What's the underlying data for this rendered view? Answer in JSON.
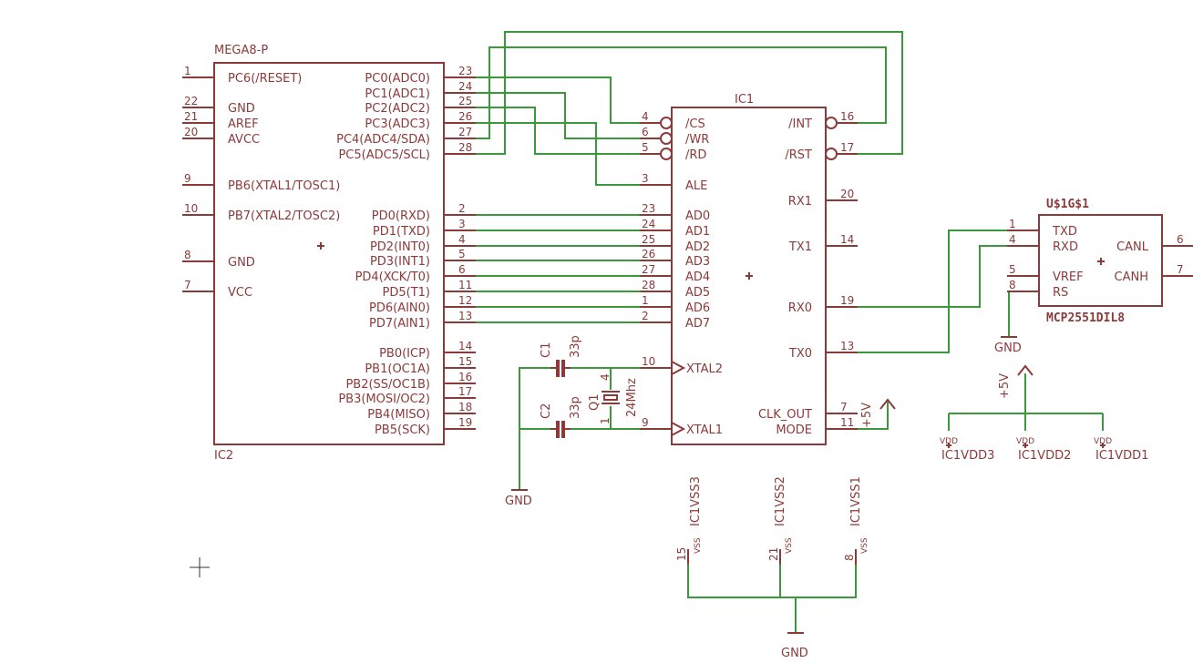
{
  "colors": {
    "part": "#8b3a3a",
    "wire": "#3a9a3a",
    "background": "#ffffff"
  },
  "ic2": {
    "top_label": "MEGA8-P",
    "name": "IC2",
    "left_pins": [
      {
        "num": "1",
        "name": "PC6(/RESET)"
      },
      {
        "num": "22",
        "name": "GND"
      },
      {
        "num": "21",
        "name": "AREF"
      },
      {
        "num": "20",
        "name": "AVCC"
      },
      {
        "num": "9",
        "name": "PB6(XTAL1/TOSC1)"
      },
      {
        "num": "10",
        "name": "PB7(XTAL2/TOSC2)"
      },
      {
        "num": "8",
        "name": "GND"
      },
      {
        "num": "7",
        "name": "VCC"
      }
    ],
    "right_pins": [
      {
        "num": "23",
        "name": "PC0(ADC0)"
      },
      {
        "num": "24",
        "name": "PC1(ADC1)"
      },
      {
        "num": "25",
        "name": "PC2(ADC2)"
      },
      {
        "num": "26",
        "name": "PC3(ADC3)"
      },
      {
        "num": "27",
        "name": "PC4(ADC4/SDA)"
      },
      {
        "num": "28",
        "name": "PC5(ADC5/SCL)"
      },
      {
        "num": "2",
        "name": "PD0(RXD)"
      },
      {
        "num": "3",
        "name": "PD1(TXD)"
      },
      {
        "num": "4",
        "name": "PD2(INT0)"
      },
      {
        "num": "5",
        "name": "PD3(INT1)"
      },
      {
        "num": "6",
        "name": "PD4(XCK/T0)"
      },
      {
        "num": "11",
        "name": "PD5(T1)"
      },
      {
        "num": "12",
        "name": "PD6(AIN0)"
      },
      {
        "num": "13",
        "name": "PD7(AIN1)"
      },
      {
        "num": "14",
        "name": "PB0(ICP)"
      },
      {
        "num": "15",
        "name": "PB1(OC1A)"
      },
      {
        "num": "16",
        "name": "PB2(SS/OC1B)"
      },
      {
        "num": "17",
        "name": "PB3(MOSI/OC2)"
      },
      {
        "num": "18",
        "name": "PB4(MISO)"
      },
      {
        "num": "19",
        "name": "PB5(SCK)"
      }
    ]
  },
  "ic1": {
    "name": "IC1",
    "left_pins": [
      {
        "num": "4",
        "name": "/CS"
      },
      {
        "num": "6",
        "name": "/WR"
      },
      {
        "num": "5",
        "name": "/RD"
      },
      {
        "num": "3",
        "name": "ALE"
      },
      {
        "num": "23",
        "name": "AD0"
      },
      {
        "num": "24",
        "name": "AD1"
      },
      {
        "num": "25",
        "name": "AD2"
      },
      {
        "num": "26",
        "name": "AD3"
      },
      {
        "num": "27",
        "name": "AD4"
      },
      {
        "num": "28",
        "name": "AD5"
      },
      {
        "num": "1",
        "name": "AD6"
      },
      {
        "num": "2",
        "name": "AD7"
      },
      {
        "num": "10",
        "name": "XTAL2"
      },
      {
        "num": "9",
        "name": "XTAL1"
      }
    ],
    "right_pins": [
      {
        "num": "16",
        "name": "/INT"
      },
      {
        "num": "17",
        "name": "/RST"
      },
      {
        "num": "20",
        "name": "RX1"
      },
      {
        "num": "14",
        "name": "TX1"
      },
      {
        "num": "19",
        "name": "RX0"
      },
      {
        "num": "13",
        "name": "TX0"
      },
      {
        "num": "7",
        "name": "CLK_OUT"
      },
      {
        "num": "11",
        "name": "MODE"
      }
    ]
  },
  "can": {
    "top_label": "U$1G$1",
    "name": "MCP2551DIL8",
    "left_pins": [
      {
        "num": "1",
        "name": "TXD"
      },
      {
        "num": "4",
        "name": "RXD"
      },
      {
        "num": "5",
        "name": "VREF"
      },
      {
        "num": "8",
        "name": "RS"
      }
    ],
    "right_pins": [
      {
        "num": "6",
        "name": "CANL"
      },
      {
        "num": "7",
        "name": "CANH"
      }
    ]
  },
  "passives": {
    "c1": {
      "name": "C1",
      "value": "33p"
    },
    "c2": {
      "name": "C2",
      "value": "33p"
    },
    "q1": {
      "name": "Q1",
      "value": "24Mhz",
      "pin_a": "4",
      "pin_b": "1"
    }
  },
  "supplies": {
    "gnd": "GND",
    "plus5v": "+5V",
    "vdd": "VDD",
    "vss": "VSS"
  },
  "vdd_labels": [
    "IC1VDD3",
    "IC1VDD2",
    "IC1VDD1"
  ],
  "vss_parts": [
    {
      "label": "IC1VSS3",
      "pin": "15"
    },
    {
      "label": "IC1VSS2",
      "pin": "21"
    },
    {
      "label": "IC1VSS1",
      "pin": "8"
    }
  ]
}
